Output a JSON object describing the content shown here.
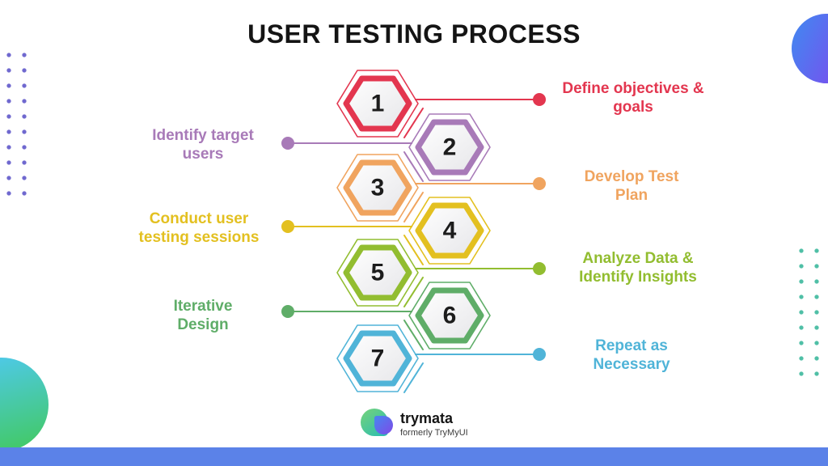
{
  "title": "USER TESTING PROCESS",
  "steps": [
    {
      "number": "1",
      "label": "Define objectives &\ngoals",
      "side": "right",
      "color": "#e3364f"
    },
    {
      "number": "2",
      "label": "Identify target\nusers",
      "side": "left",
      "color": "#a87ab8"
    },
    {
      "number": "3",
      "label": "Develop Test\nPlan",
      "side": "right",
      "color": "#f0a45f"
    },
    {
      "number": "4",
      "label": "Conduct user\ntesting sessions",
      "side": "left",
      "color": "#e3c020"
    },
    {
      "number": "5",
      "label": "Analyze Data &\nIdentify Insights",
      "side": "right",
      "color": "#92bd30"
    },
    {
      "number": "6",
      "label": "Iterative\nDesign",
      "side": "left",
      "color": "#5fad68"
    },
    {
      "number": "7",
      "label": "Repeat as\nNecessary",
      "side": "right",
      "color": "#50b4d8"
    }
  ],
  "logo": {
    "name": "trymata",
    "tagline": "formerly TryMyUI"
  },
  "theme": {
    "title-color": "#141414",
    "number-color": "#1c1c1c",
    "accent-bar": "#5b82e8",
    "left-dots": "#6f68cf",
    "right-dots": "#4fbfa6",
    "circle-tr-1": "#4a7ff0",
    "circle-tr-2": "#8146ee",
    "circle-bl-1": "#4ec9e8",
    "circle-bl-2": "#43c96e"
  }
}
